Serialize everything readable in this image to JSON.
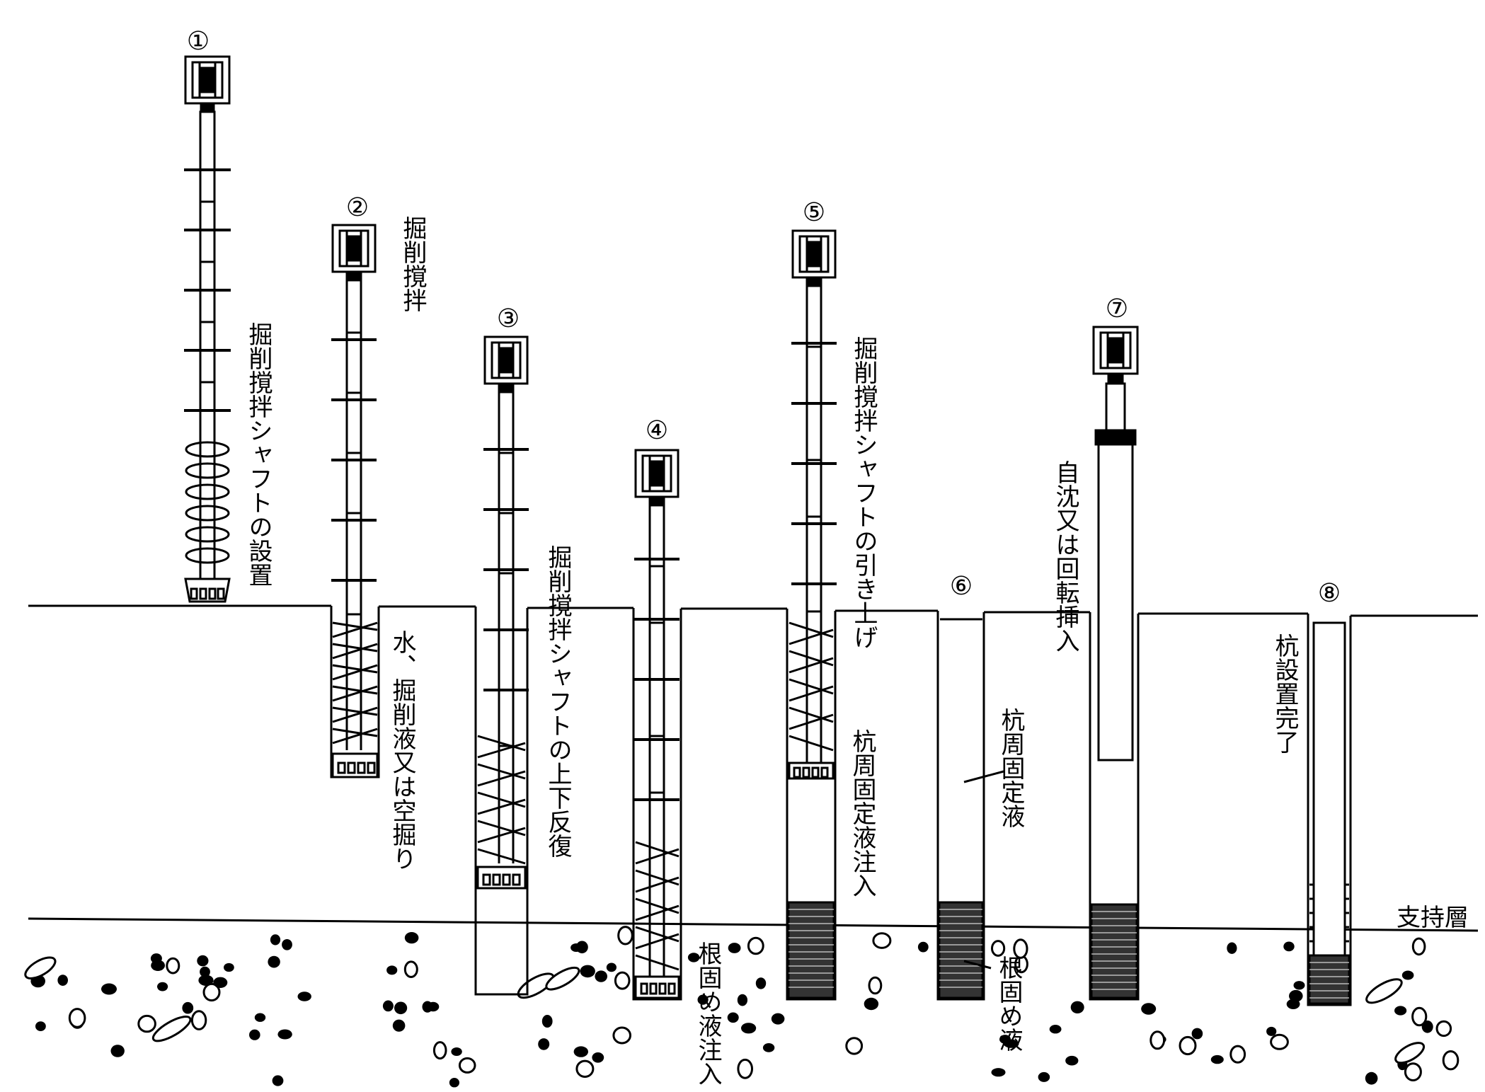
{
  "steps": [
    {
      "number": "①",
      "label": "掘削撹拌シャフトの設置"
    },
    {
      "number": "②",
      "label": "掘削撹拌"
    },
    {
      "number": "③",
      "label": "掘削撹拌シャフトの上下反復"
    },
    {
      "number": "④",
      "label": "根固め液注入"
    },
    {
      "number": "⑤",
      "label": "掘削撹拌シャフトの引き上げ"
    },
    {
      "number": "⑥",
      "label": ""
    },
    {
      "number": "⑦",
      "label": "自沈又は回転挿入"
    },
    {
      "number": "⑧",
      "label": "杭設置完了"
    }
  ],
  "annotations": {
    "step2_liquid": "水、掘削液又は空掘り",
    "step5_liquid": "杭周固定液注入",
    "step6_pile_fix": "杭周固定液",
    "step6_root_fix": "根固め液"
  },
  "bearing_layer": "支持層",
  "colors": {
    "ink": "#000000",
    "paper": "#ffffff"
  }
}
